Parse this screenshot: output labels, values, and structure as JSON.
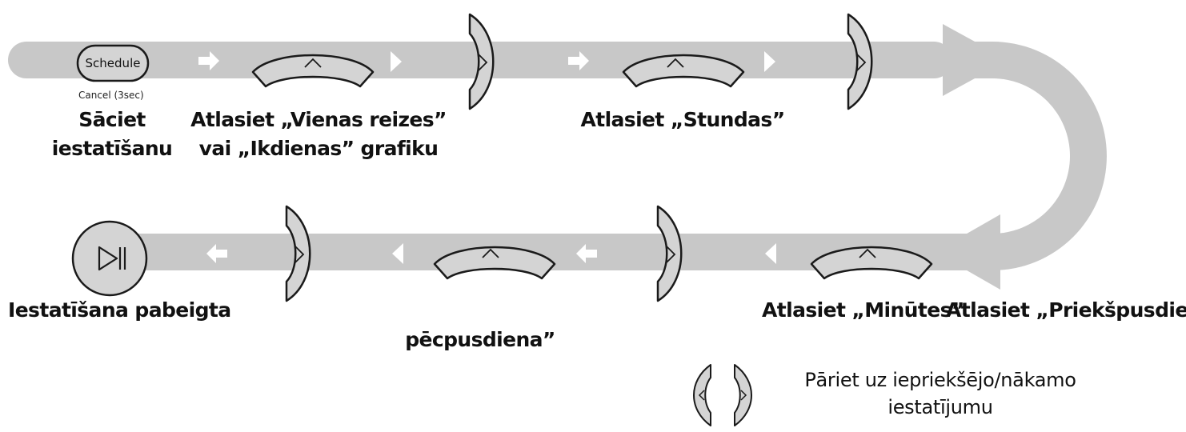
{
  "buttons": {
    "schedule_label": "Schedule",
    "cancel_label": "Cancel (3sec)"
  },
  "steps": {
    "start_line1": "Sāciet",
    "start_line2": "iestatīšanu",
    "select_schedule_line1": "Atlasiet „Vienas reizes”",
    "select_schedule_line2": "vai „Ikdienas” grafiku",
    "select_hours": "Atlasiet „Stundas”",
    "select_minutes": "Atlasiet „Minūtes”",
    "select_ampm_line1": "Atlasiet „Priekšpusdiena” / „",
    "select_ampm_line2": "pēcpusdiena”",
    "finished": "Iestatīšana pabeigta"
  },
  "legend": {
    "line1": "Pāriet uz iepriekšējo/nākamo",
    "line2": "iestatījumu"
  },
  "colors": {
    "track": "#c8c8c8",
    "button_fill": "#d4d4d4",
    "button_stroke": "#1a1a1a",
    "arrow": "#ffffff"
  },
  "icons": {
    "up": "chevron-up-icon",
    "right": "chevron-right-icon",
    "left": "chevron-left-icon",
    "play_pause": "play-pause-icon"
  }
}
